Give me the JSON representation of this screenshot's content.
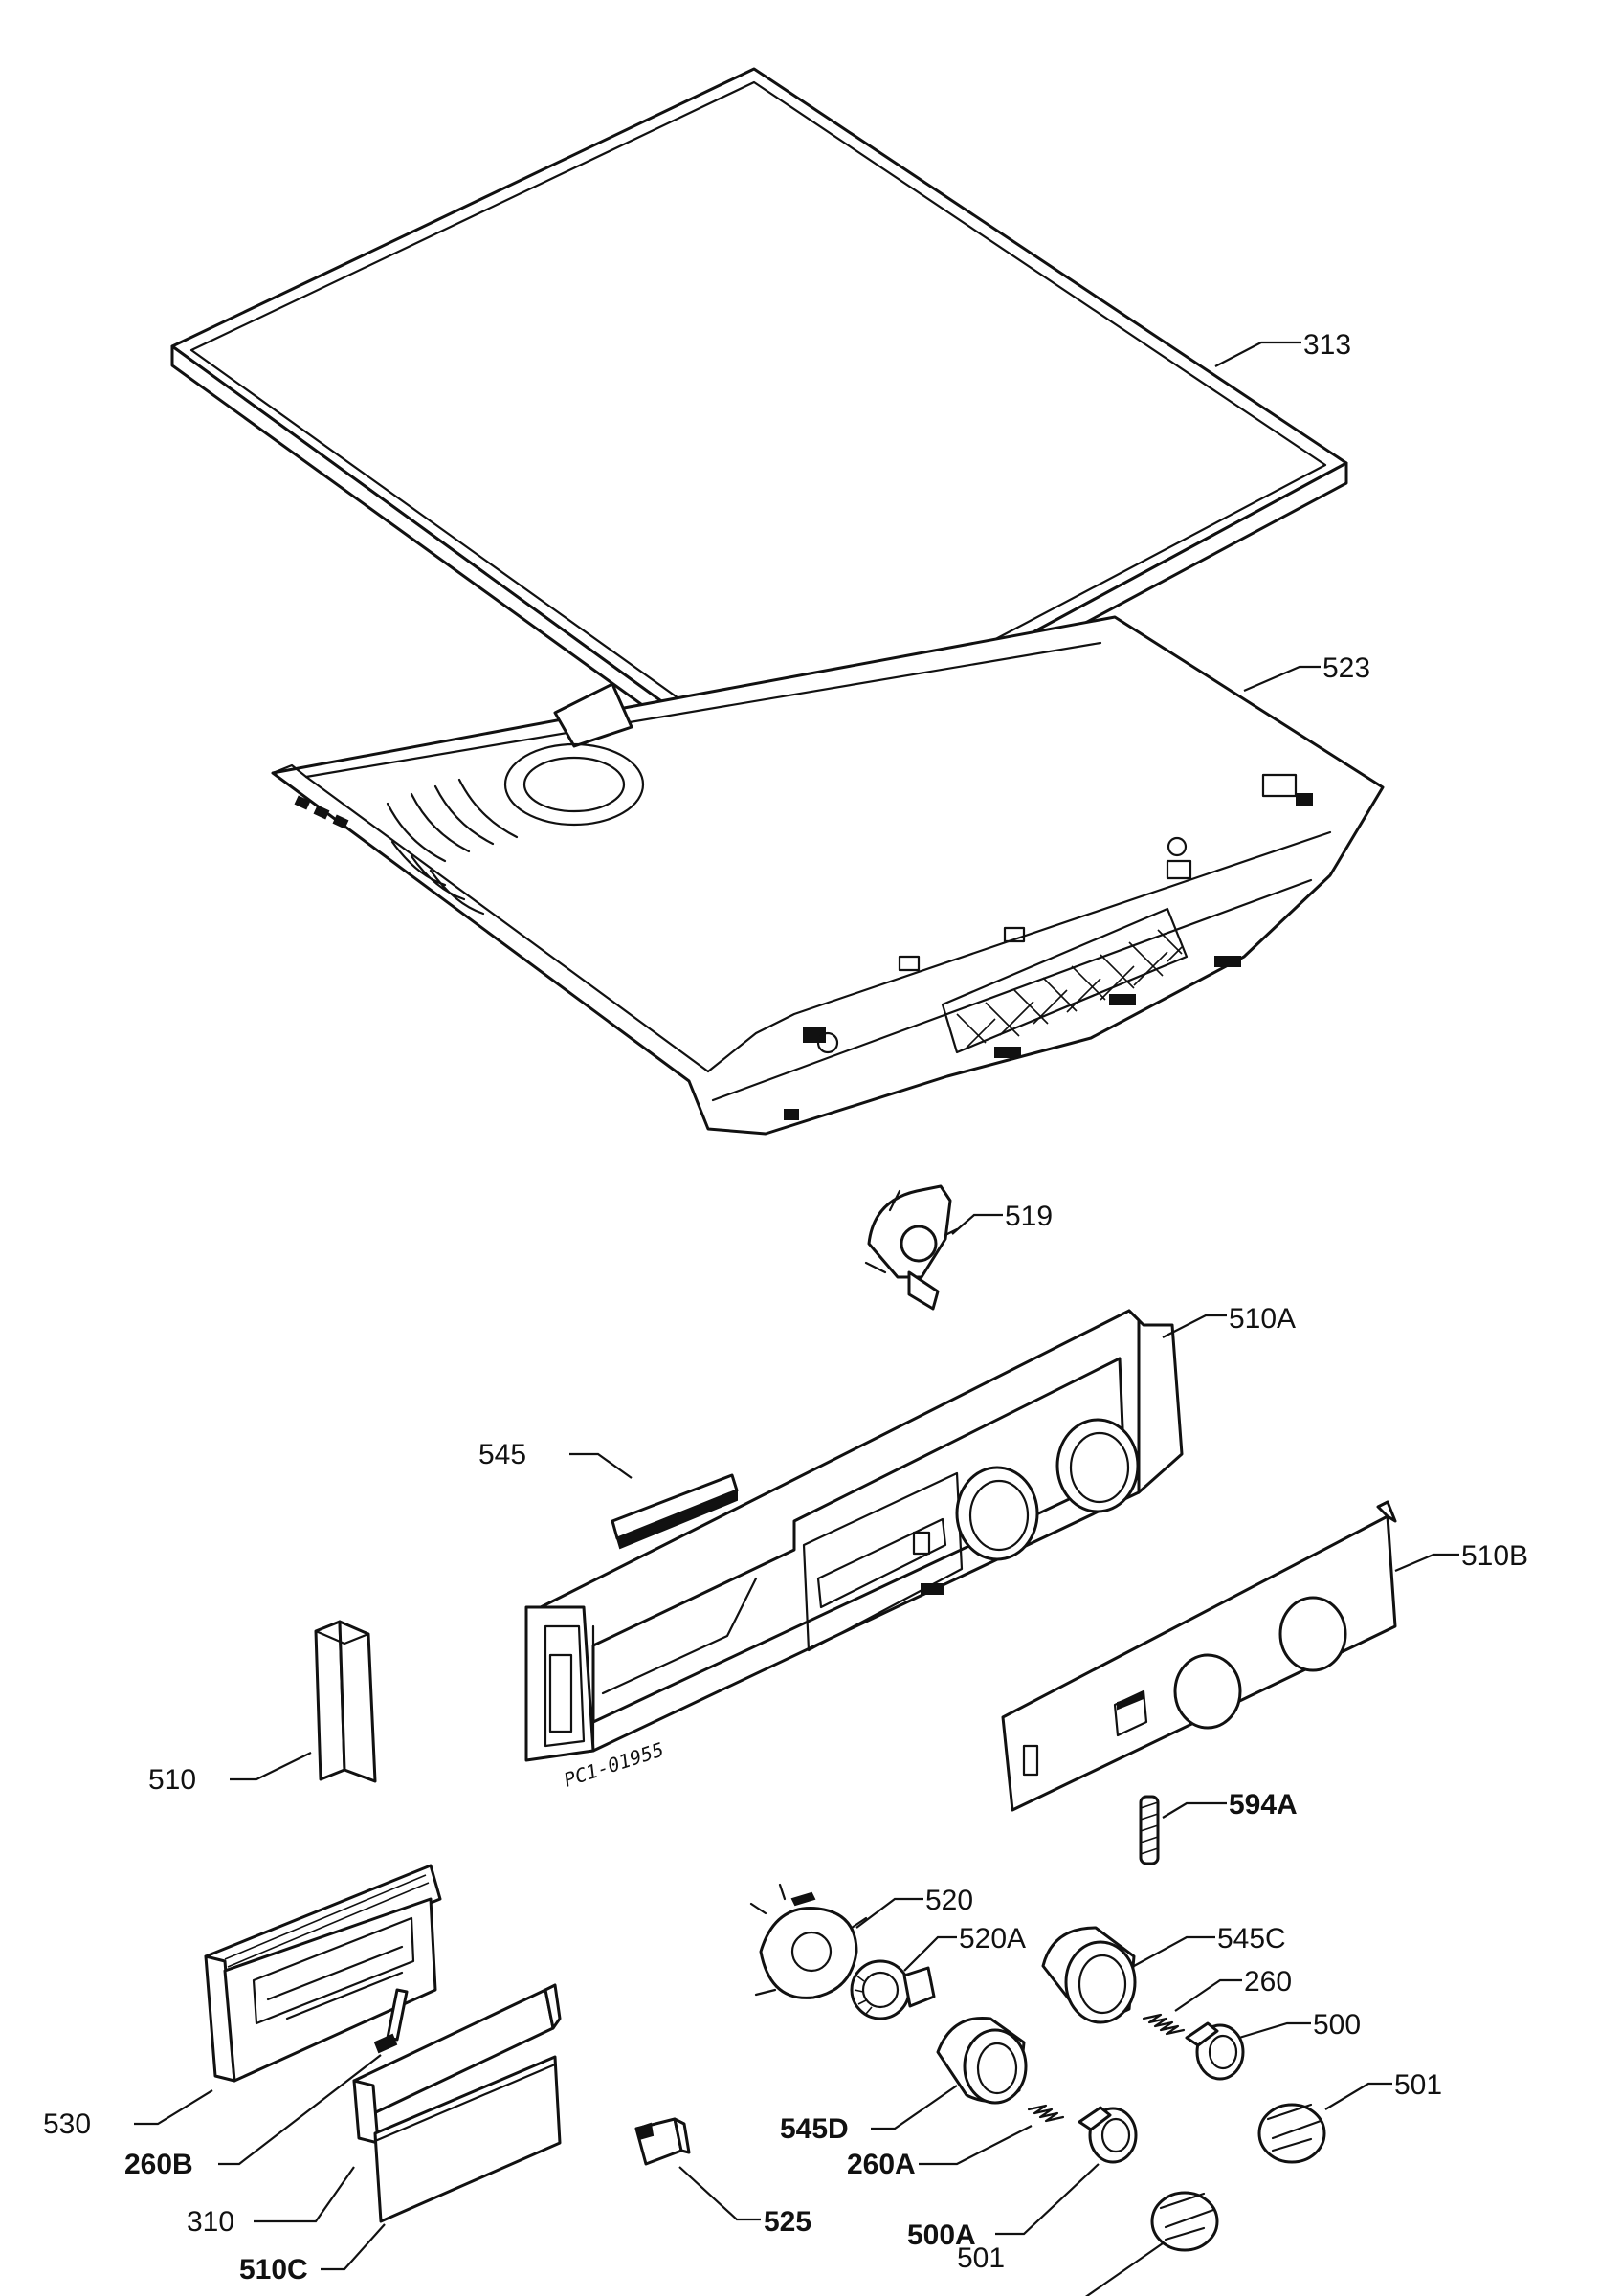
{
  "diagram": {
    "drawing_code": "PC1-01955",
    "parts": [
      {
        "id": "313",
        "label": "313"
      },
      {
        "id": "523",
        "label": "523"
      },
      {
        "id": "519",
        "label": "519"
      },
      {
        "id": "510A",
        "label": "510A"
      },
      {
        "id": "545",
        "label": "545"
      },
      {
        "id": "510B",
        "label": "510B"
      },
      {
        "id": "510",
        "label": "510"
      },
      {
        "id": "594A",
        "label": "594A"
      },
      {
        "id": "520",
        "label": "520"
      },
      {
        "id": "520A",
        "label": "520A"
      },
      {
        "id": "545C",
        "label": "545C"
      },
      {
        "id": "260",
        "label": "260"
      },
      {
        "id": "500",
        "label": "500"
      },
      {
        "id": "501",
        "label": "501"
      },
      {
        "id": "530",
        "label": "530"
      },
      {
        "id": "545D",
        "label": "545D"
      },
      {
        "id": "260B",
        "label": "260B"
      },
      {
        "id": "260A",
        "label": "260A"
      },
      {
        "id": "310",
        "label": "310"
      },
      {
        "id": "500A",
        "label": "500A"
      },
      {
        "id": "510C",
        "label": "510C"
      },
      {
        "id": "525",
        "label": "525"
      },
      {
        "id": "501b",
        "label": "501"
      }
    ]
  }
}
